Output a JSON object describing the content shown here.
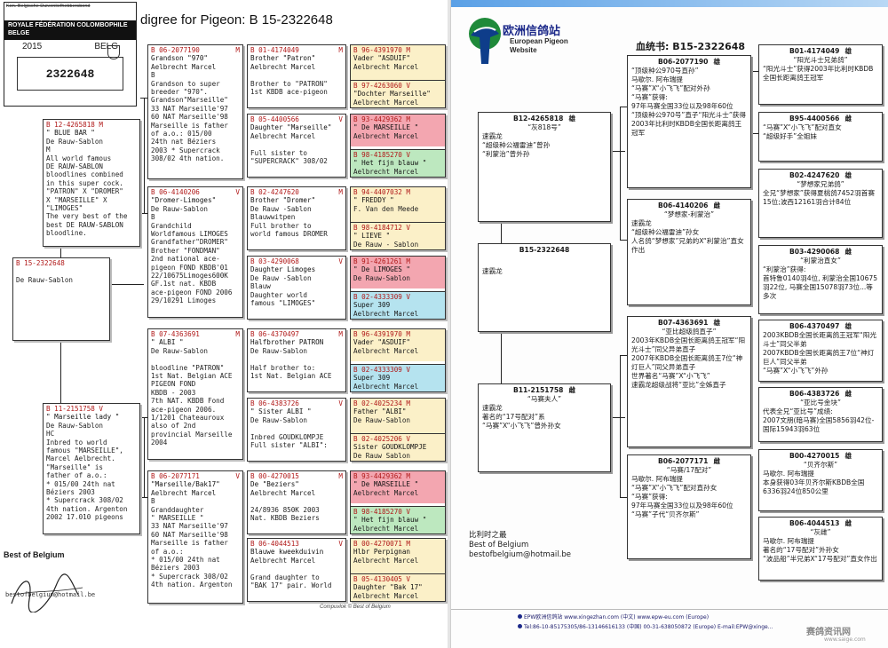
{
  "left": {
    "badge": {
      "top_text": "Kon. Belgische Duivenliefhebbersbond",
      "band_text": "ROYALE FÉDÉRATION COLOMBOPHILE BELGE",
      "year": "2015",
      "country": "BELG",
      "number": "2322648"
    },
    "title": "digree for Pigeon: B   15-2322648",
    "subject": {
      "ring": "B  15-2322648",
      "sex": "",
      "name": "De Rauw-Sablon",
      "info": ""
    },
    "sire": {
      "ring": "B  12-4265818 M",
      "sex": "",
      "name": "\" BLUE BAR \"",
      "info": "De Rauw-Sablon\nM\nAll world famous\nDE RAUW-SABLON\nbloodlines combined\nin this super cock.\n\"PATRON\" X \"DROMER\"\nX \"MARSEILLE\" X\n\"LIMOGES\"\nThe very best of the\nbest DE RAUW-SABLON\nbloodline."
    },
    "dam": {
      "ring": "B  11-2151758 V",
      "sex": "",
      "name": "\" Marseille lady \"",
      "info": "De Rauw-Sablon\nHC\nInbred to world\nfamous \"MARSEILLE\",\nMarcel Aelbrecht.\n\"Marseille\" is\nfather of a.o.:\n* 015/00 24th  nat\nBéziers 2003\n* Supercrack 308/02\n4th nation. Argenton\n2002 17.010 pigeons"
    },
    "gp": [
      {
        "ring": "B  06-2077190",
        "sex": "M",
        "name": "Grandson \"970\"",
        "info": "Aelbrecht Marcel\nB\nGrandson to super\nbreeder \"970\".\nGrandson\"Marseille\"\n33 NAT Marseille'97\n60 NAT Marseille'98\nMarseille is father\nof a.o.: 015/00\n24th   nat Béziers\n2003 * Supercrack\n308/02 4th nation."
      },
      {
        "ring": "B  06-4140206",
        "sex": "V",
        "name": "\"Dromer-Limoges\"",
        "info": "De Rauw-Sablon\nB\nGrandchild\nWorldfamous LIMOGES\nGrandfather\"DROMER\"\nBrother \"FONDMAN\"\n2nd national ace-\npigeon FOND KBDB'01\n22/10675Limoges600K\nGF.1st nat. KBDB\nace-pigeon FOND 2006\n29/10291 Limoges"
      },
      {
        "ring": "B  07-4363691",
        "sex": "M",
        "name": "\" ALBI \"",
        "info": "De Rauw-Sablon\n\nbloodline \"PATRON\"\n1st Nat. Belgian ACE\nPIGEON  FOND\nKBDB - 2003\n7th NAT. KBDB Fond\nace-pigeon 2006.\n1/1201 Chateauroux\nalso of 2nd\nprovincial Marseille\n2004"
      },
      {
        "ring": "B  06-2077171",
        "sex": "V",
        "name": "\"Marseille/Bak17\"",
        "info": "Aelbrecht Marcel\nB\nGranddaughter\n\" MARSEILLE \"\n33 NAT Marseille'97\n60 NAT Marseille'98\nMarseille is father\nof a.o.:\n* 015/00 24th  nat\nBéziers 2003\n* Supercrack 308/02\n4th nation. Argenton"
      }
    ],
    "ggp": [
      {
        "ring": "B  01-4174049",
        "sex": "M",
        "name": "Brother \"Patron\"",
        "info": "Aelbrecht Marcel\n\nBrother to \"PATRON\"\n1st KBDB ace-pigeon"
      },
      {
        "ring": "B  05-4400566",
        "sex": "V",
        "name": "Daughter \"Marseille\"",
        "info": "Aelbrecht Marcel\n\nFull sister to\n\"SUPERCRACK\" 308/02"
      },
      {
        "ring": "B  02-4247620",
        "sex": "M",
        "name": "Brother \"Dromer\"",
        "info": "De Rauw -Sablon\nBlauwwitpen\nFull brother to\nworld famous DROMER"
      },
      {
        "ring": "B  03-4290068",
        "sex": "V",
        "name": "Daughter Limoges",
        "info": "De Rauw -Sablon\nBlauw\nDaughter world\nfamous \"LIMOGES\""
      },
      {
        "ring": "B  06-4370497",
        "sex": "M",
        "name": "Halfbrother PATRON",
        "info": "De Rauw-Sablon\n\nHalf brother to:\n1st Nat. Belgian ACE"
      },
      {
        "ring": "B  06-4383726",
        "sex": "V",
        "name": "\" Sister ALBI \"",
        "info": "De Rauw-Sablon\n\nInbred GOUDKLOMPJE\nFull sister \"ALBI\":"
      },
      {
        "ring": "B  00-4270015",
        "sex": "M",
        "name": "De \"Beziers\"",
        "info": "Aelbrecht Marcel\n\n24/8936 850K 2003\nNat. KBDB Beziers"
      },
      {
        "ring": "B  06-4044513",
        "sex": "V",
        "name": "Blauwe kweekduivin",
        "info": "Aelbrecht Marcel\n\nGrand daughter to\n\"BAK 17\" pair. World"
      }
    ],
    "gggp": [
      {
        "ring": "B  96-4391970 M",
        "name": "Vader \"ASDUIF\"",
        "info": "Aelbrecht Marcel",
        "color": "yel"
      },
      {
        "ring": "B  97-4263060 V",
        "name": "\"Dochter Marseille\"",
        "info": "Aelbrecht Marcel",
        "color": "yel"
      },
      {
        "ring": "B  93-4429362 M",
        "name": "\" De MARSEILLE \"",
        "info": "Aelbrecht Marcel",
        "color": "pink"
      },
      {
        "ring": "B  98-4185270 V",
        "name": "\" Het fijn blauw \"",
        "info": "Aelbrecht Marcel",
        "color": "green"
      },
      {
        "ring": "B  94-4407032 M",
        "name": "\" FREDDY \"",
        "info": "F. Van den Meede",
        "color": "yel"
      },
      {
        "ring": "B  98-4184712 V",
        "name": "\" LIEVE \"",
        "info": "De Rauw - Sablon",
        "color": "yel"
      },
      {
        "ring": "B  91-4261261 M",
        "name": "\" De LIMOGES \"",
        "info": "De Rauw-Sablon",
        "color": "pink"
      },
      {
        "ring": "B  02-4333309 V",
        "name": "Super 309",
        "info": "Aelbrecht Marcel",
        "color": "blue"
      },
      {
        "ring": "B  96-4391970 M",
        "name": "Vader \"ASDUIF\"",
        "info": "Aelbrecht Marcel",
        "color": "yel"
      },
      {
        "ring": "B  02-4333309 V",
        "name": "Super 309",
        "info": "Aelbrecht Marcel",
        "color": "blue"
      },
      {
        "ring": "B  02-4025234 M",
        "name": "Father \"ALBI\"",
        "info": "De Rauw-Sablon",
        "color": "yel"
      },
      {
        "ring": "B  02-4025206 V",
        "name": "Sister GOUDKLOMPJE",
        "info": "De Rauw Sablon",
        "color": "yel"
      },
      {
        "ring": "B  93-4429362 M",
        "name": "\" De MARSEILLE \"",
        "info": "Aelbrecht Marcel",
        "color": "pink"
      },
      {
        "ring": "B  98-4185270 V",
        "name": "\" Het fijn blauw \"",
        "info": "Aelbrecht Marcel",
        "color": "green"
      },
      {
        "ring": "B  00-4270071 M",
        "name": "Hlbr Perpignan",
        "info": "Aelbrecht Marcel",
        "color": "yel"
      },
      {
        "ring": "B  05-4130405 V",
        "name": "Daughter \"Bak 17\"",
        "info": "Aelbrecht Marcel",
        "color": "yel"
      }
    ],
    "best_label": "Best of Belgium",
    "best_email": "bestofbelgium@hotmail.be",
    "compiled": "Compuvlok © Best of Belgium"
  },
  "right": {
    "logo_cn": "欧洲信鸽站",
    "logo_en1": "European Pigeon",
    "logo_en2": "Website",
    "title": "血统书: B15-2322648",
    "subject": {
      "ring": "B15-2322648",
      "sex": "",
      "name": "",
      "info": "速霸龙"
    },
    "sire": {
      "ring": "B12-4265818",
      "sex": "雄",
      "name": "“灰818号”",
      "info": "速霸龙\n“超级种公福雷迪”曾孙\n“利蒙治”曾外孙"
    },
    "dam": {
      "ring": "B11-2151758",
      "sex": "雌",
      "name": "“马赛夫人”",
      "info": "速霸龙\n著名的“17号配对”系\n“马赛”X“小飞飞”曾外孙女"
    },
    "gp": [
      {
        "ring": "B06-2077190",
        "sex": "雄",
        "name": "",
        "info": "“顶级种公970号直孙”\n马歇尔. 阿布瑞提\n“马赛”X“小飞飞”配对外孙\n“马赛”获得:\n97年马赛全国33位以及98年60位\n“顶级种公970号”直子“阳光斗士”获得2003年比利时KBDB全国长距离鸽王冠军"
      },
      {
        "ring": "B06-4140206",
        "sex": "雌",
        "name": "“梦想家-利蒙治”",
        "info": "速霸龙\n“超级种公福雷迪”孙女\n人名鸽“梦想家”兄弟的X“利蒙治”直女作出"
      },
      {
        "ring": "B07-4363691",
        "sex": "雄",
        "name": "“亚比超级鸽直子”",
        "info": "2003年KBDB全国长距离鸽王冠军“阳光斗士”同父异弟直子\n2007年KBDB全国长距离鸽王7位“神灯巨人”同父异弟直子\n世界著名“马赛”X“小飞飞”\n速霸龙超级战将“亚比”全姊直子"
      },
      {
        "ring": "B06-2077171",
        "sex": "雌",
        "name": "“马赛/17配对”",
        "info": "马歇尔. 阿布瑞提\n“马赛”X“小飞飞”配对直孙女\n“马赛”获得:\n97年马赛全国33位以及98年60位\n“马赛”子代“贝齐尔斯”"
      }
    ],
    "ggp": [
      {
        "ring": "B01-4174049",
        "sex": "雄",
        "name": "“阳光斗士兄弟鸽”",
        "info": "“阳光斗士”获得2003年比利时KBDB全国长距离鸽王冠军"
      },
      {
        "ring": "B95-4400566",
        "sex": "雌",
        "name": "",
        "info": "“马赛”X“小飞飞”配对直女\n“超级好手”全姐妹"
      },
      {
        "ring": "B02-4247620",
        "sex": "雄",
        "name": "“梦想家兄弟鸽”",
        "info": "全兄“梦想家”获得夏桃鸽7452羽首赛15位;波西12161羽合计84位"
      },
      {
        "ring": "B03-4290068",
        "sex": "雌",
        "name": "“利蒙治直女”",
        "info": "“利蒙治”获得:\n首特鲁0140羽4位, 利蒙治全国10675羽22位, 马赛全国15078羽73位...等多次"
      },
      {
        "ring": "B06-4370497",
        "sex": "雄",
        "name": "",
        "info": "2003KBDB全国长距离鸽王冠军“阳光斗士”同父半弟\n2007KBDB全国长距离鸽王7位“神灯巨人”同父半弟\n“马赛”X“小飞飞”外孙"
      },
      {
        "ring": "B06-4383726",
        "sex": "雌",
        "name": "“亚比号金块”",
        "info": "代表全兄“亚比号”成绩:\n2007文朋(暗马赛)全国5856羽42位-国际15943羽63位"
      },
      {
        "ring": "B00-4270015",
        "sex": "雄",
        "name": "“贝齐尔斯”",
        "info": "马歇尔. 阿布瑞提\n本身获得03年贝齐尔斯KBDB全国6336羽24位850公里"
      },
      {
        "ring": "B06-4044513",
        "sex": "雌",
        "name": "“灰雌”",
        "info": "马歇尔. 阿布瑞提\n著名的“17号配对”外孙女\n“波品船”半兄弟X“17号配对”直女作出"
      }
    ],
    "best_cn": "比利时之最",
    "best_en": "Best of Belgium",
    "best_email": "bestofbelgium@hotmail.be",
    "footer1": "EPW欧洲信鸽站    www.xingezhan.com (中文)    www.epw-eu.com (Europe)",
    "footer2": "Tel:86-10-85175305/86-13146616133 (中国)    00-31-638050872 (Europe)    E-mail:EPW@xinge...",
    "watermark": "赛鸽资讯网",
    "watermark_url": "www.saige.com"
  }
}
